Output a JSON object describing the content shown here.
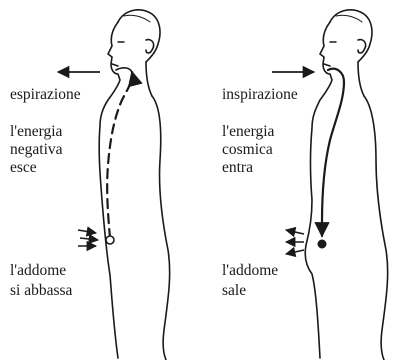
{
  "left_panel": {
    "label_breath": "espirazione",
    "label_energy": [
      "l'energia",
      "negativa",
      "esce"
    ],
    "label_abdomen": [
      "l'addome",
      "si abbassa"
    ]
  },
  "right_panel": {
    "label_breath": "inspirazione",
    "label_energy": [
      "l'energia",
      "cosmica",
      "entra"
    ],
    "label_abdomen": [
      "l'addome",
      "sale"
    ]
  },
  "colors": {
    "ink": "#1a1a1a",
    "background": "#ffffff"
  }
}
